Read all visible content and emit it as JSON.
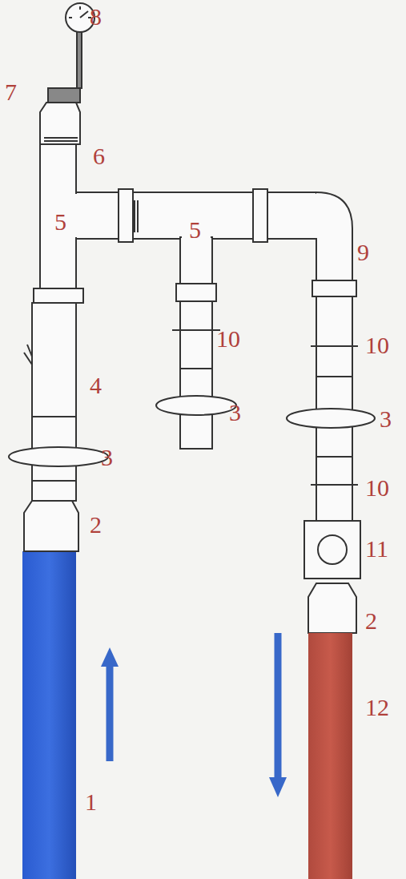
{
  "diagram": {
    "labels": [
      "8",
      "7",
      "6",
      "5",
      "5",
      "9",
      "10",
      "4",
      "10",
      "3",
      "3",
      "3",
      "10",
      "11",
      "2",
      "2",
      "12",
      "1"
    ]
  }
}
